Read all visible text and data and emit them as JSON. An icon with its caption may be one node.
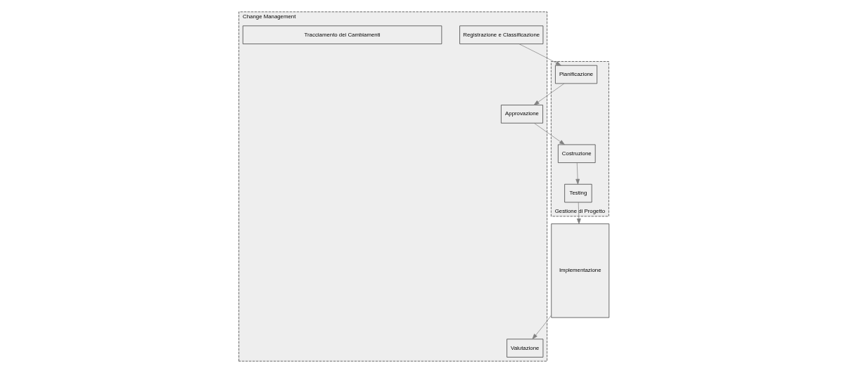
{
  "diagram": {
    "nodes": [
      {
        "text": [
          "Change Management"
        ]
      },
      {
        "text": [
          "Registrazione e Classificazione"
        ],
        "in": 0
      },
      {
        "text": [
          "Approvazione"
        ],
        "in": 0
      },
      {
        "text": [
          "Tracciamento dei Cambiamenti"
        ],
        "in": 0
      },
      {
        "text": [
          "Valutazione"
        ],
        "in": 0
      },
      {
        "text": [
          "Implementazione"
        ]
      },
      {
        "text": [
          "Gestione di Progetto"
        ]
      },
      {
        "text": [
          "Pianificazione"
        ],
        "in": 6
      },
      {
        "text": [
          "Costruzione"
        ],
        "in": 6
      },
      {
        "text": [
          "Testing"
        ],
        "in": 6
      }
    ],
    "edges": [
      {
        "from": 1,
        "to": 7,
        "arrow": "to"
      },
      {
        "from": 7,
        "to": 2,
        "arrow": "to"
      },
      {
        "from": 2,
        "to": 8,
        "arrow": "to"
      },
      {
        "from": 8,
        "to": 9,
        "arrow": "to"
      },
      {
        "from": 9,
        "to": 5,
        "arrow": "to"
      },
      {
        "from": 5,
        "to": 4,
        "arrow": "to"
      }
    ]
  }
}
